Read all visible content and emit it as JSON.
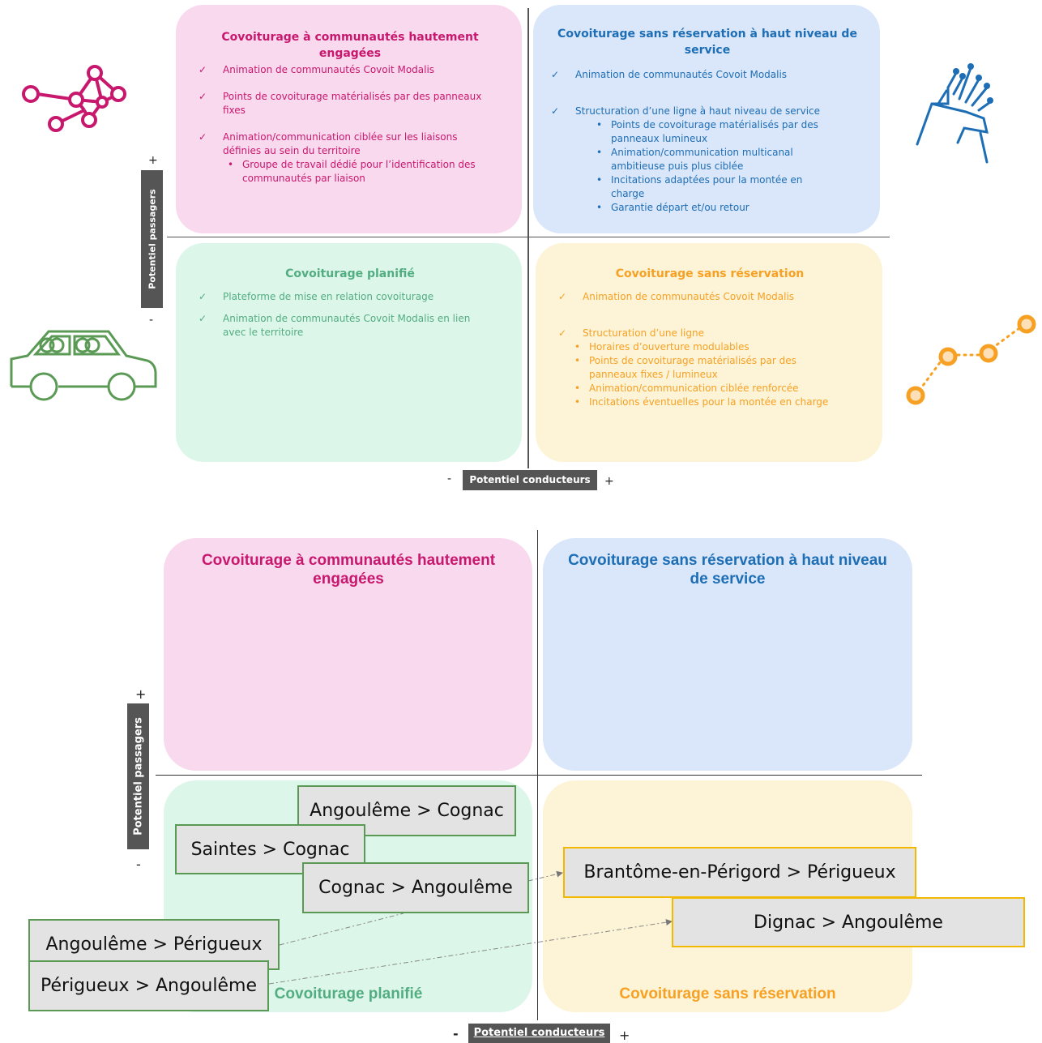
{
  "colors": {
    "pink": "#c8186e",
    "pink_bg": "#f9d9ee",
    "blue": "#1d6eb5",
    "blue_bg": "#dae6fa",
    "green": "#52ad80",
    "green_bg": "#ddf6ea",
    "orange": "#f6a124",
    "orange_bg": "#fdf3d6",
    "axis_label_bg": "#555555"
  },
  "icons": {
    "top_left": "network-nodes-icon",
    "top_right": "fiber-optic-hand-icon",
    "bottom_left": "car-carpool-icon",
    "bottom_right": "route-dots-icon"
  },
  "top_matrix": {
    "q1": {
      "title": "Covoiturage à communautés hautement engagées",
      "items": [
        {
          "text": "Animation de communautés Covoit Modalis"
        },
        {
          "text": "Points de covoiturage matérialisés par des panneaux fixes"
        },
        {
          "text": "Animation/communication ciblée sur les liaisons définies au sein du territoire"
        }
      ],
      "sub": [
        "Groupe de travail dédié pour l’identification des communautés par liaison"
      ]
    },
    "q2": {
      "title": "Covoiturage sans réservation à haut niveau de service",
      "items": [
        {
          "text": "Animation de communautés Covoit Modalis"
        },
        {
          "text": "Structuration d’une ligne à haut niveau de service"
        }
      ],
      "sub": [
        "Points de covoiturage matérialisés par des panneaux lumineux",
        "Animation/communication multicanal ambitieuse puis plus ciblée",
        "Incitations adaptées pour la montée en charge",
        "Garantie départ et/ou retour"
      ]
    },
    "q3": {
      "title": "Covoiturage planifié",
      "items": [
        {
          "text": "Plateforme de mise en relation covoiturage"
        },
        {
          "text": "Animation de communautés Covoit Modalis en lien avec le territoire"
        }
      ]
    },
    "q4": {
      "title": "Covoiturage sans réservation",
      "items": [
        {
          "text": "Animation de communautés Covoit Modalis"
        },
        {
          "text": "Structuration d’une ligne"
        }
      ],
      "sub": [
        "Horaires d’ouverture modulables",
        "Points de covoiturage matérialisés par des panneaux fixes / lumineux",
        "Animation/communication ciblée renforcée",
        "Incitations éventuelles pour la montée en charge"
      ]
    },
    "check": "✓",
    "bullet_blue": "•",
    "bullet_orange": "•",
    "y_label": "Potentiel passagers",
    "x_label": "Potentiel conducteurs",
    "plus": "+",
    "minus": "-"
  },
  "bottom_matrix": {
    "q1_title": "Covoiturage à communautés hautement engagées",
    "q2_title": "Covoiturage sans réservation à haut niveau de service",
    "q3_title": "Covoiturage planifié",
    "q4_title": "Covoiturage sans réservation",
    "y_label": "Potentiel passagers",
    "x_label": "Potentiel conducteurs",
    "plus": "+",
    "minus": "-",
    "routes": [
      "Angoulême > Cognac",
      "Saintes > Cognac",
      "Cognac > Angoulême",
      "Angoulême > Périgueux",
      "Périgueux > Angoulême",
      "Brantôme-en-Périgord > Périgueux",
      "Dignac > Angoulême"
    ]
  }
}
